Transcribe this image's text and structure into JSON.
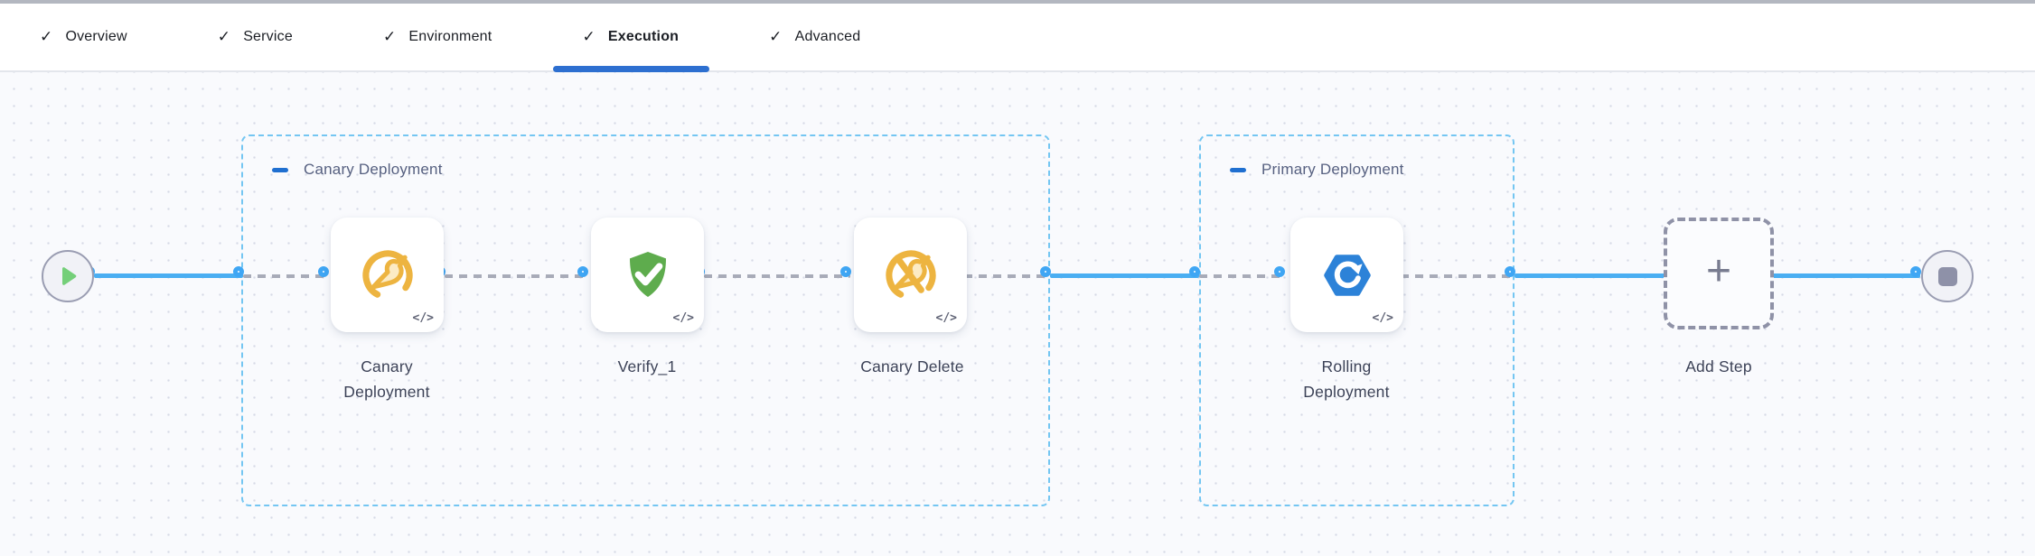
{
  "tab_bar": {
    "check_icon": "✓",
    "active_tab": "Execution",
    "tabs": [
      {
        "label": "Overview"
      },
      {
        "label": "Service"
      },
      {
        "label": "Environment"
      },
      {
        "label": "Execution"
      },
      {
        "label": "Advanced"
      }
    ]
  },
  "canvas": {
    "groups": [
      {
        "label": "Canary Deployment"
      },
      {
        "label": "Primary Deployment"
      }
    ],
    "steps": [
      {
        "label": "Canary Deployment",
        "icon": "canary-bird-icon"
      },
      {
        "label": "Verify_1",
        "icon": "verify-shield-icon"
      },
      {
        "label": "Canary Delete",
        "icon": "canary-delete-icon"
      },
      {
        "label": "Rolling Deployment",
        "icon": "rolling-deployment-icon"
      }
    ],
    "add_step": {
      "label": "Add Step",
      "plus_icon": "+"
    },
    "yaml_icon": "</>"
  },
  "colors": {
    "accent_blue": "#3fa6f4",
    "tab_underline_blue": "#2d6fd0",
    "group_border_blue": "#74c6f2",
    "canary_orange": "#edb440",
    "verify_green": "#5eac4d",
    "rolling_blue": "#2c82d8",
    "play_green": "#74cf79",
    "connector_gray": "#a8abb8"
  }
}
